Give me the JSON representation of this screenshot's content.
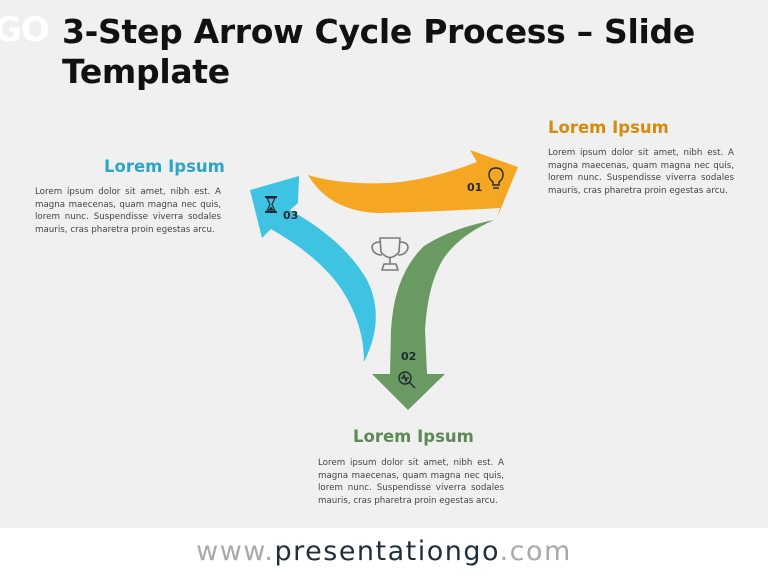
{
  "logo_fragment": "GO",
  "title": "3-Step Arrow Cycle Process – Slide Template",
  "steps": [
    {
      "number": "01",
      "heading": "Lorem Ipsum",
      "text": "Lorem ipsum dolor sit amet, nibh est. A magna maecenas, quam magna nec quis, lorem nunc. Suspendisse viverra sodales mauris, cras pharetra proin egestas arcu.",
      "color": "#F5A623",
      "heading_color": "#D68A10",
      "icon": "lightbulb-icon"
    },
    {
      "number": "02",
      "heading": "Lorem Ipsum",
      "text": "Lorem ipsum dolor sit amet, nibh est. A magna maecenas, quam magna nec quis, lorem nunc. Suspendisse viverra sodales mauris, cras pharetra proin egestas arcu.",
      "color": "#6A9A62",
      "heading_color": "#5B8A53",
      "icon": "magnifier-pulse-icon"
    },
    {
      "number": "03",
      "heading": "Lorem Ipsum",
      "text": "Lorem ipsum dolor sit amet, nibh est. A magna maecenas, quam magna nec quis, lorem nunc. Suspendisse viverra sodales mauris, cras pharetra proin egestas arcu.",
      "color": "#3EC3E2",
      "heading_color": "#2AA6C6",
      "icon": "hourglass-icon"
    }
  ],
  "center_icon": "trophy-icon",
  "footer": {
    "prefix": "www.",
    "main": "presentationgo",
    "suffix": ".com"
  }
}
